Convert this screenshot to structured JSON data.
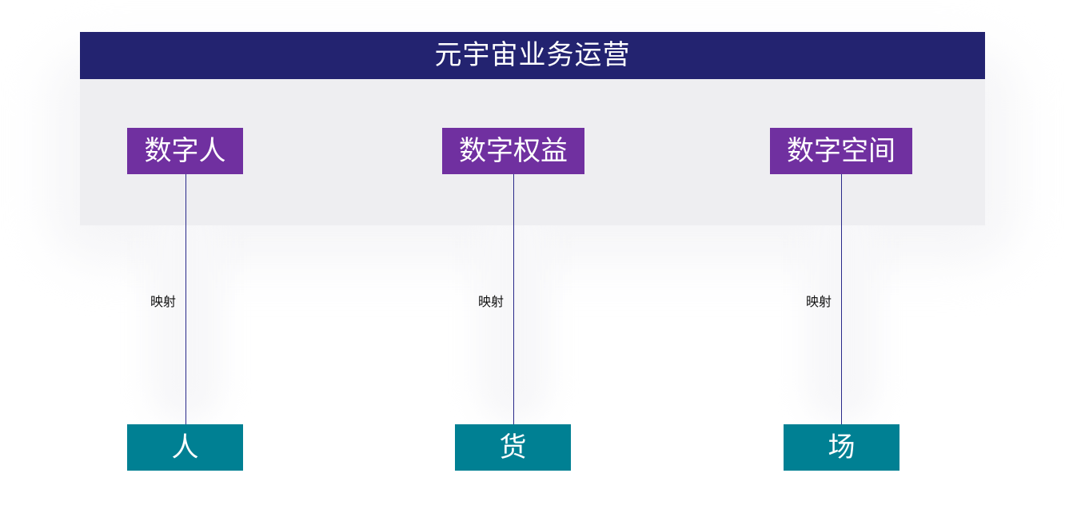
{
  "title": "元宇宙业务运营",
  "columns": [
    {
      "top": "数字人",
      "relation": "映射",
      "bottom": "人"
    },
    {
      "top": "数字权益",
      "relation": "映射",
      "bottom": "货"
    },
    {
      "top": "数字空间",
      "relation": "映射",
      "bottom": "场"
    }
  ],
  "colors": {
    "header": "#232370",
    "top_box": "#7030a0",
    "bottom_box": "#008093",
    "panel": "#eeeef1",
    "connector": "#2a2a8a"
  }
}
